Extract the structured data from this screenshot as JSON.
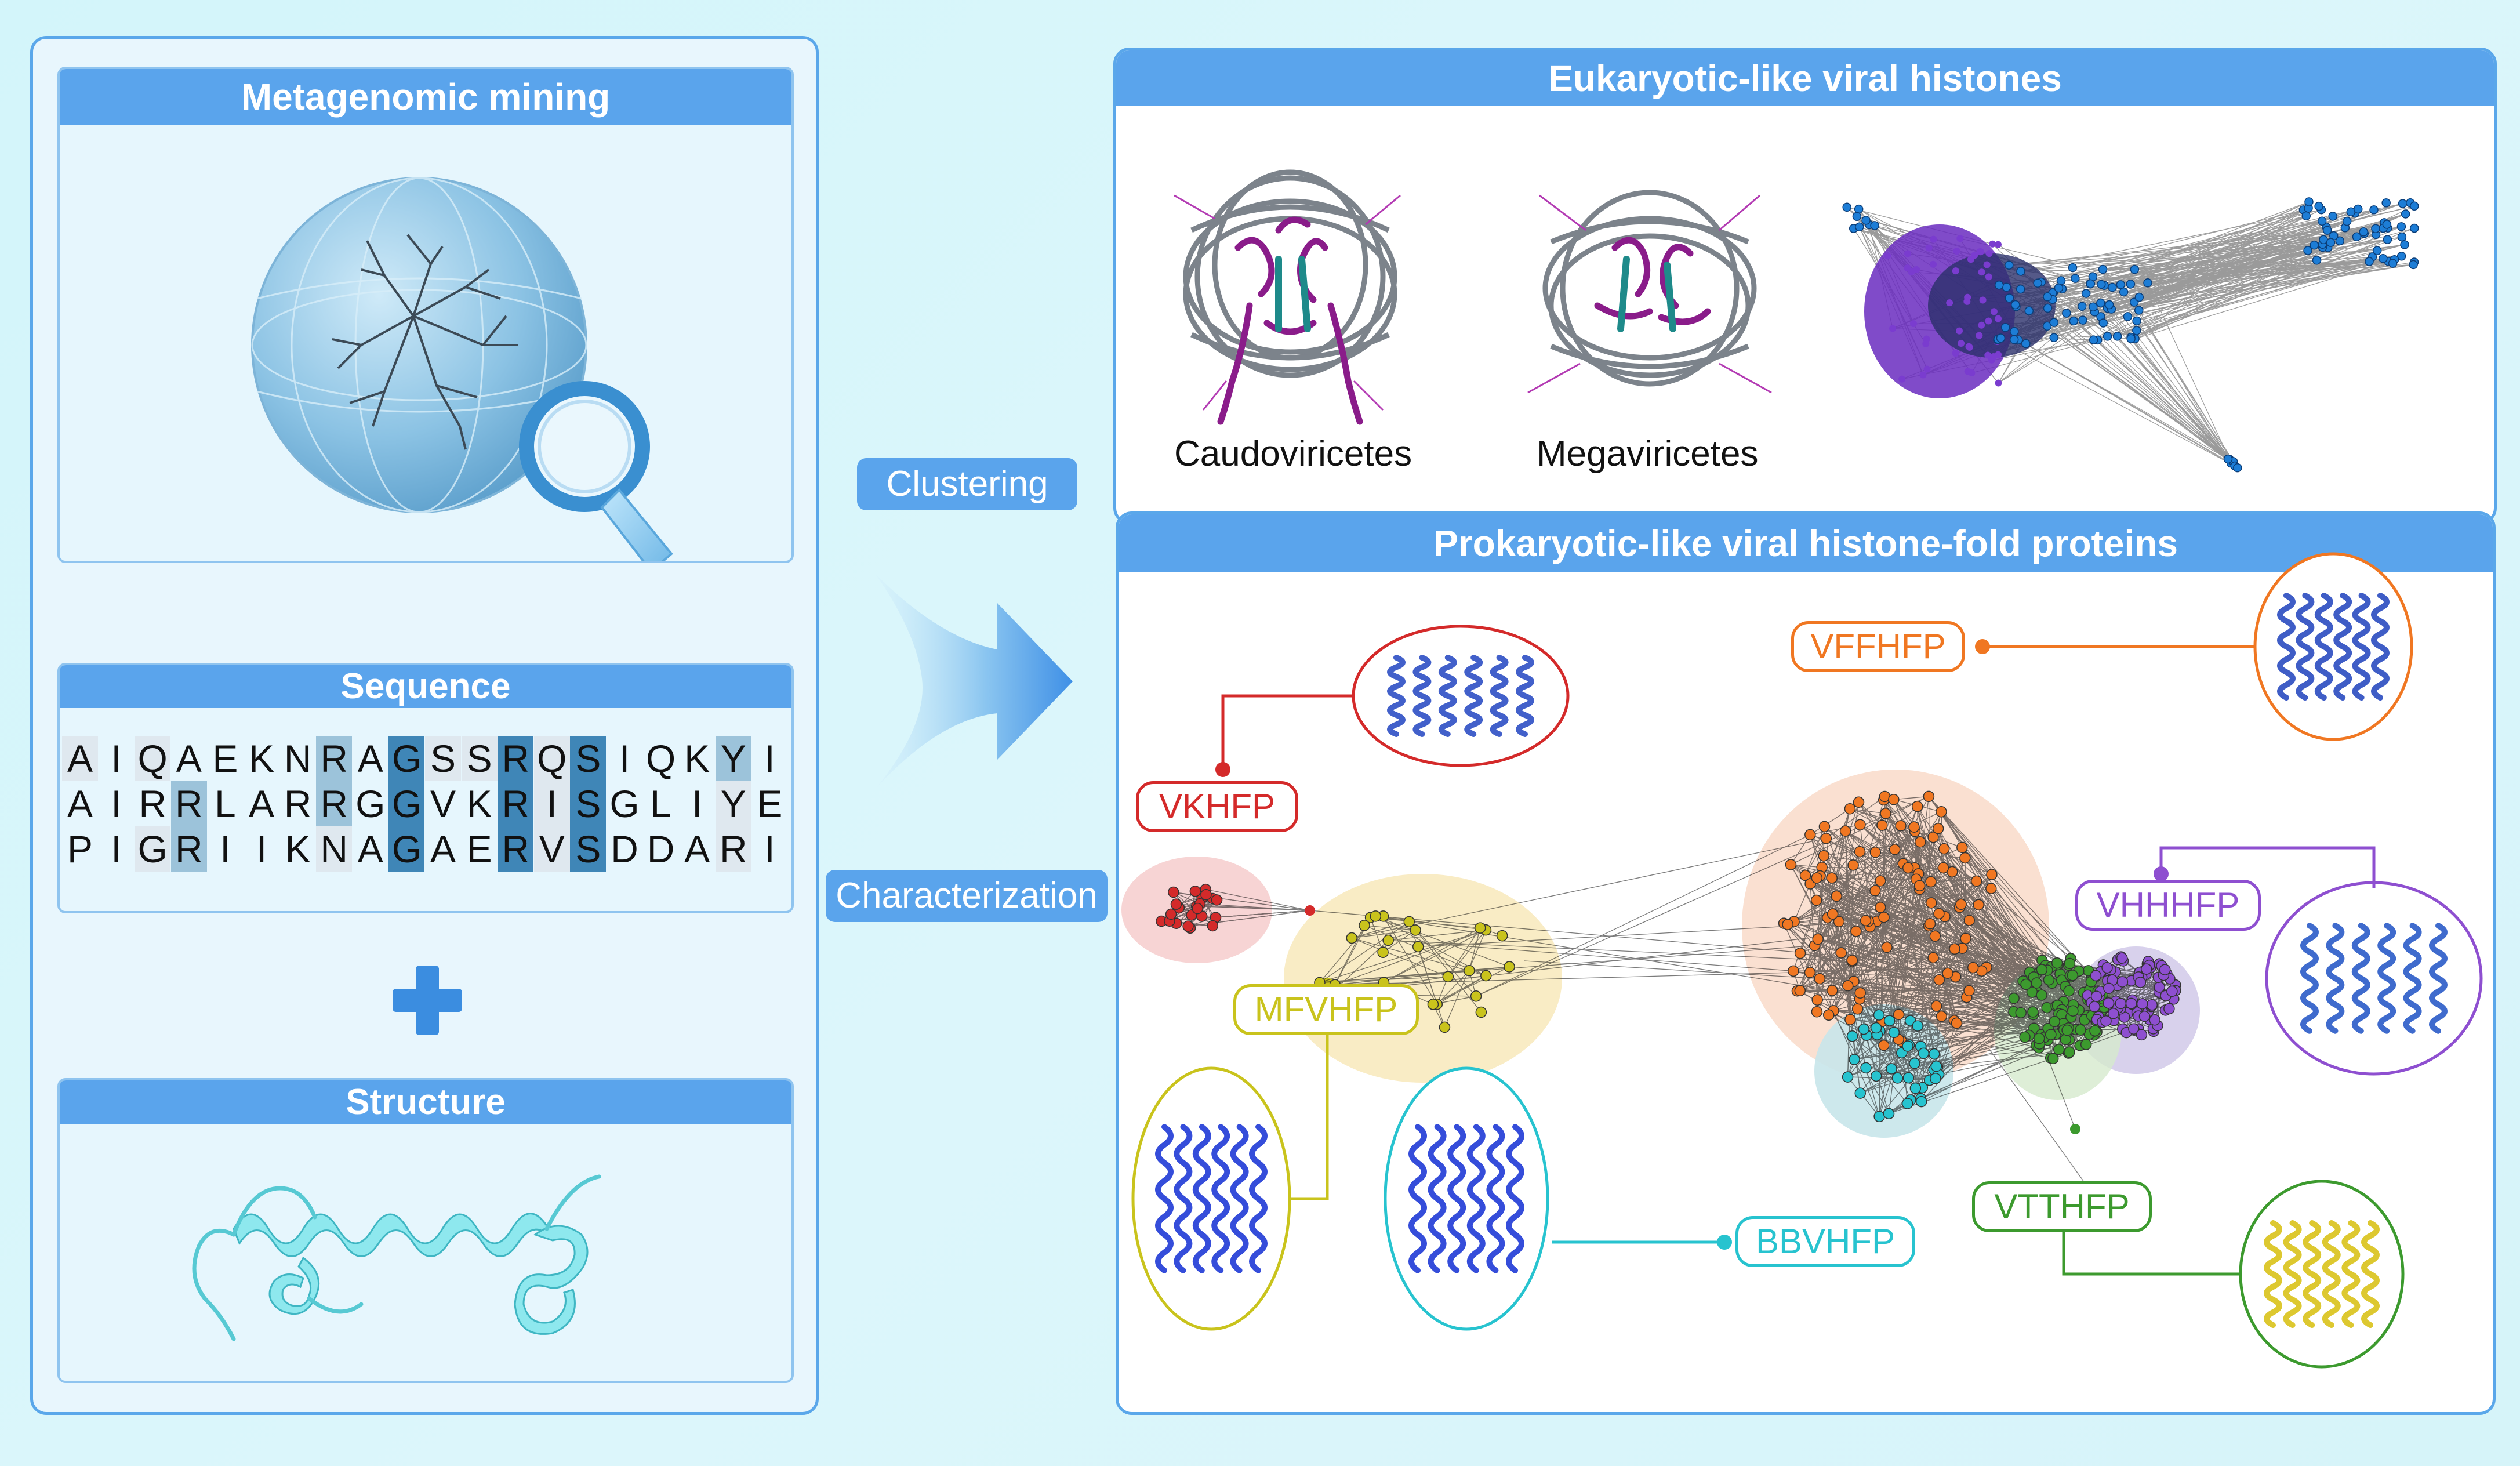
{
  "left": {
    "mining": {
      "title": "Metagenomic mining"
    },
    "sequence": {
      "title": "Sequence",
      "rows": [
        {
          "letters": [
            "A",
            "I",
            "Q",
            "A",
            "E",
            "K",
            "N",
            "R",
            "A",
            "G",
            "S",
            "S",
            "R",
            "Q",
            "S",
            "I",
            "Q",
            "K",
            "Y",
            "I"
          ],
          "shade": [
            1,
            0,
            1,
            0,
            0,
            0,
            0,
            2,
            0,
            3,
            1,
            1,
            3,
            1,
            3,
            0,
            0,
            0,
            2,
            0
          ]
        },
        {
          "letters": [
            "A",
            "I",
            "R",
            "R",
            "L",
            "A",
            "R",
            "R",
            "G",
            "G",
            "V",
            "K",
            "R",
            "I",
            "S",
            "G",
            "L",
            "I",
            "Y",
            "E"
          ],
          "shade": [
            0,
            0,
            0,
            2,
            0,
            0,
            0,
            2,
            0,
            3,
            0,
            0,
            3,
            1,
            3,
            0,
            0,
            0,
            1,
            0
          ]
        },
        {
          "letters": [
            "P",
            "I",
            "G",
            "R",
            "I",
            "I",
            "K",
            "N",
            "A",
            "G",
            "A",
            "E",
            "R",
            "V",
            "S",
            "D",
            "D",
            "A",
            "R",
            "I"
          ],
          "shade": [
            0,
            0,
            1,
            2,
            0,
            0,
            0,
            1,
            0,
            3,
            0,
            0,
            3,
            1,
            3,
            0,
            0,
            0,
            1,
            0
          ]
        }
      ],
      "shade_colors": [
        "#ffffff00",
        "#dfe8ef",
        "#9cc3da",
        "#3f86b7"
      ]
    },
    "plus_symbol": "plus-icon",
    "structure": {
      "title": "Structure"
    }
  },
  "flow": {
    "clustering": "Clustering",
    "characterization": "Characterization"
  },
  "eukaryotic": {
    "title": "Eukaryotic-like viral histones",
    "structures": [
      {
        "label": "Caudoviricetes"
      },
      {
        "label": "Megaviricetes"
      }
    ]
  },
  "prokaryotic": {
    "title": "Prokaryotic-like viral histone-fold proteins",
    "families": [
      {
        "name": "VKHFP",
        "color": "#d42a2a"
      },
      {
        "name": "MFVHFP",
        "color": "#c9c31c"
      },
      {
        "name": "BBVHFP",
        "color": "#27c3cf"
      },
      {
        "name": "VFFHFP",
        "color": "#f07722"
      },
      {
        "name": "VHHHFP",
        "color": "#8e4fd0"
      },
      {
        "name": "VTTHFP",
        "color": "#3c9a2e"
      }
    ]
  },
  "colors": {
    "accent": "#5aa4ec",
    "panel_border": "#5aa7ea",
    "histone_purple": "#8a1c8a",
    "histone_teal": "#1e8a8a",
    "network_blue": "#1d7dd6"
  }
}
